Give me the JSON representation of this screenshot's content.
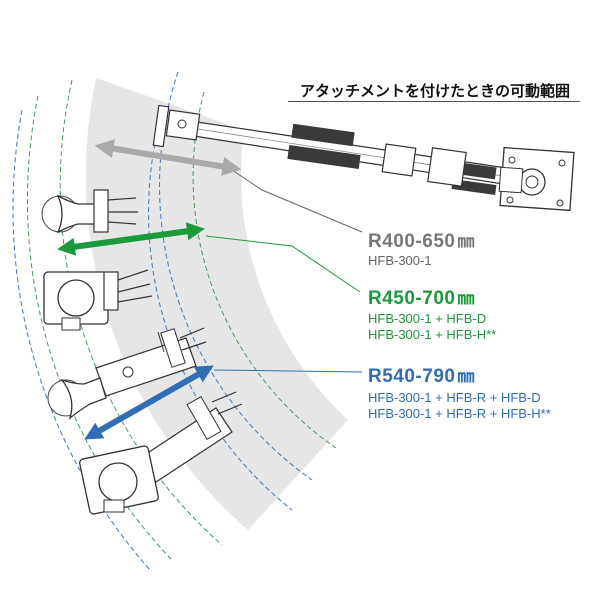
{
  "title": "アタッチメントを付けたときの可動範囲",
  "ranges": [
    {
      "label": "R400-650",
      "unit": "㎜",
      "color": "#777777",
      "configs": [
        "HFB-300-1"
      ]
    },
    {
      "label": "R450-700",
      "unit": "㎜",
      "color": "#1a9a3a",
      "configs": [
        "HFB-300-1 + HFB-D",
        "HFB-300-1 + HFB-H**"
      ]
    },
    {
      "label": "R540-790",
      "unit": "㎜",
      "color": "#2f6db5",
      "configs": [
        "HFB-300-1 + HFB-R + HFB-D",
        "HFB-300-1 + HFB-R + HFB-H**"
      ]
    }
  ]
}
